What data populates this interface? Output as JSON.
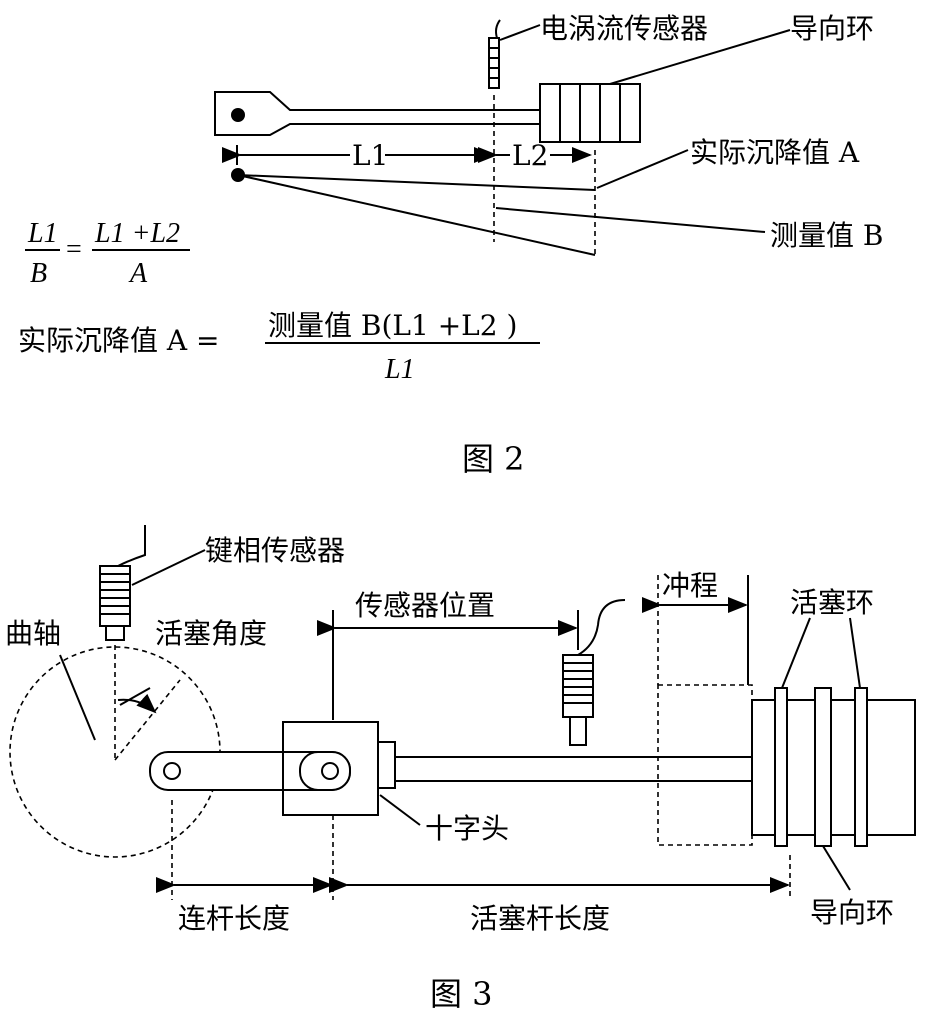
{
  "figure2": {
    "caption": "图 2",
    "labels": {
      "sensor": "电涡流传感器",
      "guide_ring": "导向环",
      "actual_settlement": "实际沉降值 A",
      "measured": "测量值 B",
      "L1": "L1",
      "L2": "L2"
    },
    "formula1": {
      "lhs_num": "L1",
      "lhs_den": "B",
      "rhs_num": "L1 +L2",
      "rhs_den": "A"
    },
    "formula2": {
      "lhs": "实际沉降值 A =",
      "num": "测量值 B(L1 +L2 )",
      "den": "L1"
    }
  },
  "figure3": {
    "caption": "图 3",
    "labels": {
      "key_phase_sensor": "键相传感器",
      "crankshaft": "曲轴",
      "piston_angle": "活塞角度",
      "sensor_position": "传感器位置",
      "stroke": "冲程",
      "piston_ring": "活塞环",
      "crosshead": "十字头",
      "connecting_rod_length": "连杆长度",
      "piston_rod_length": "活塞杆长度",
      "guide_ring": "导向环"
    }
  }
}
